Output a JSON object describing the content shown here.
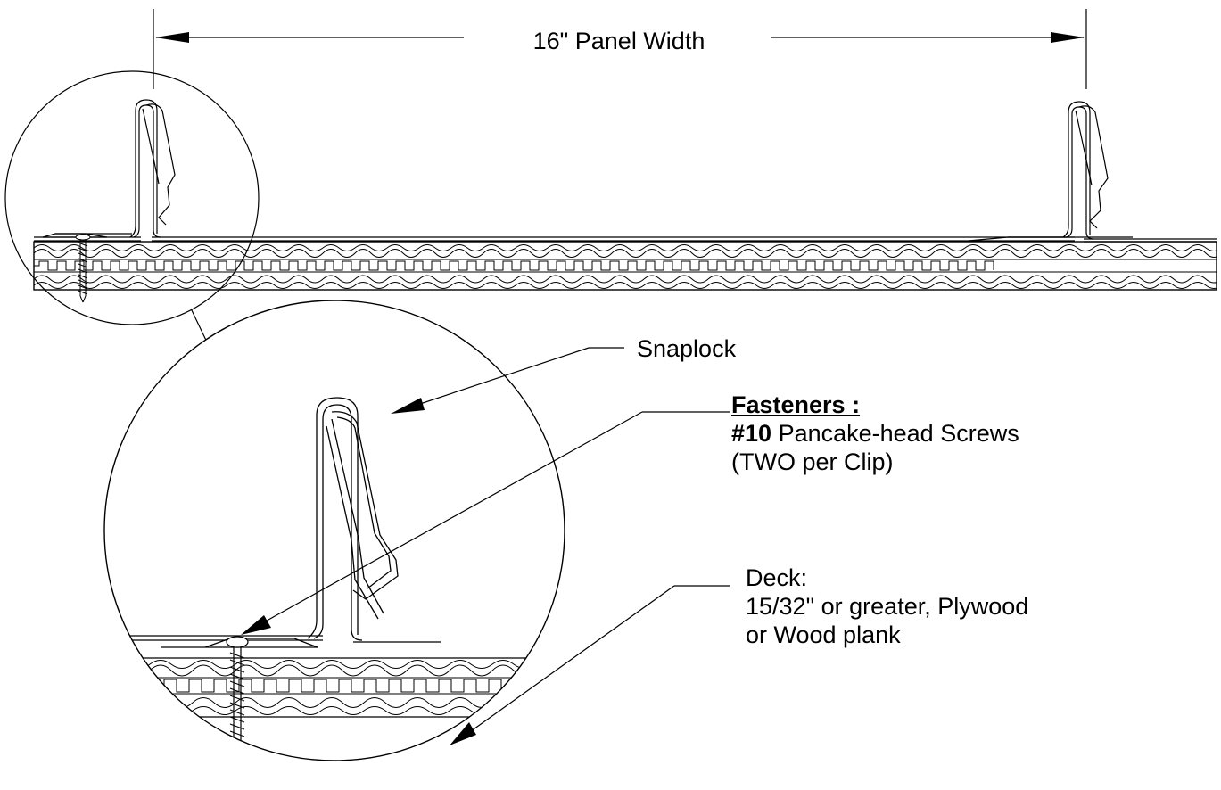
{
  "dimension": {
    "text": "16\" Panel Width"
  },
  "labels": {
    "snaplock": "Snaplock",
    "fasteners_heading": "Fasteners :",
    "fasteners_number": "#10",
    "fasteners_line1_rest": " Pancake-head Screws",
    "fasteners_line2": "(TWO per Clip)",
    "deck_heading": "Deck:",
    "deck_line1": "15/32\" or greater, Plywood",
    "deck_line2": "or Wood plank"
  }
}
